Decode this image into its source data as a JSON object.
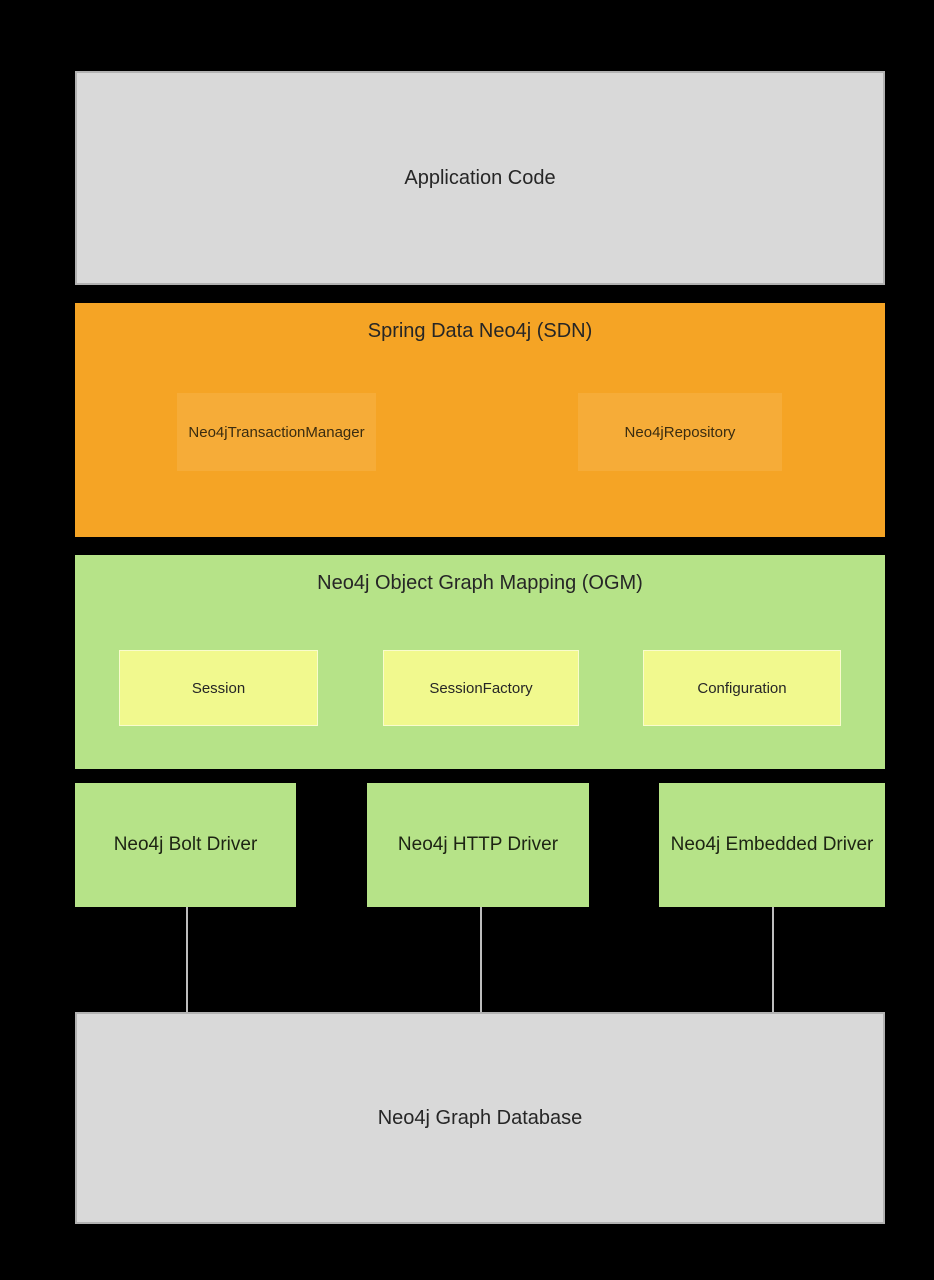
{
  "diagram": {
    "application_layer": {
      "label": "Application Code"
    },
    "sdn_layer": {
      "title": "Spring Data Neo4j (SDN)",
      "components": [
        {
          "label": "Neo4jTransactionManager"
        },
        {
          "label": "Neo4jRepository"
        }
      ]
    },
    "ogm_layer": {
      "title": "Neo4j Object Graph Mapping (OGM)",
      "components": [
        {
          "label": "Session"
        },
        {
          "label": "SessionFactory"
        },
        {
          "label": "Configuration"
        }
      ]
    },
    "drivers": [
      {
        "label": "Neo4j Bolt Driver"
      },
      {
        "label": "Neo4j HTTP Driver"
      },
      {
        "label": "Neo4j Embedded Driver"
      }
    ],
    "database_layer": {
      "label": "Neo4j Graph Database"
    }
  },
  "colors": {
    "bg": "#000000",
    "gray-fill": "#d9d9d9",
    "gray-border": "#b2b2b2",
    "orange-fill": "#f5a425",
    "orange-inner": "#f6ac38",
    "green-fill": "#b6e388",
    "yellow-fill": "#f1f98e",
    "text": "#262626",
    "connector": "#bdbdbd"
  }
}
